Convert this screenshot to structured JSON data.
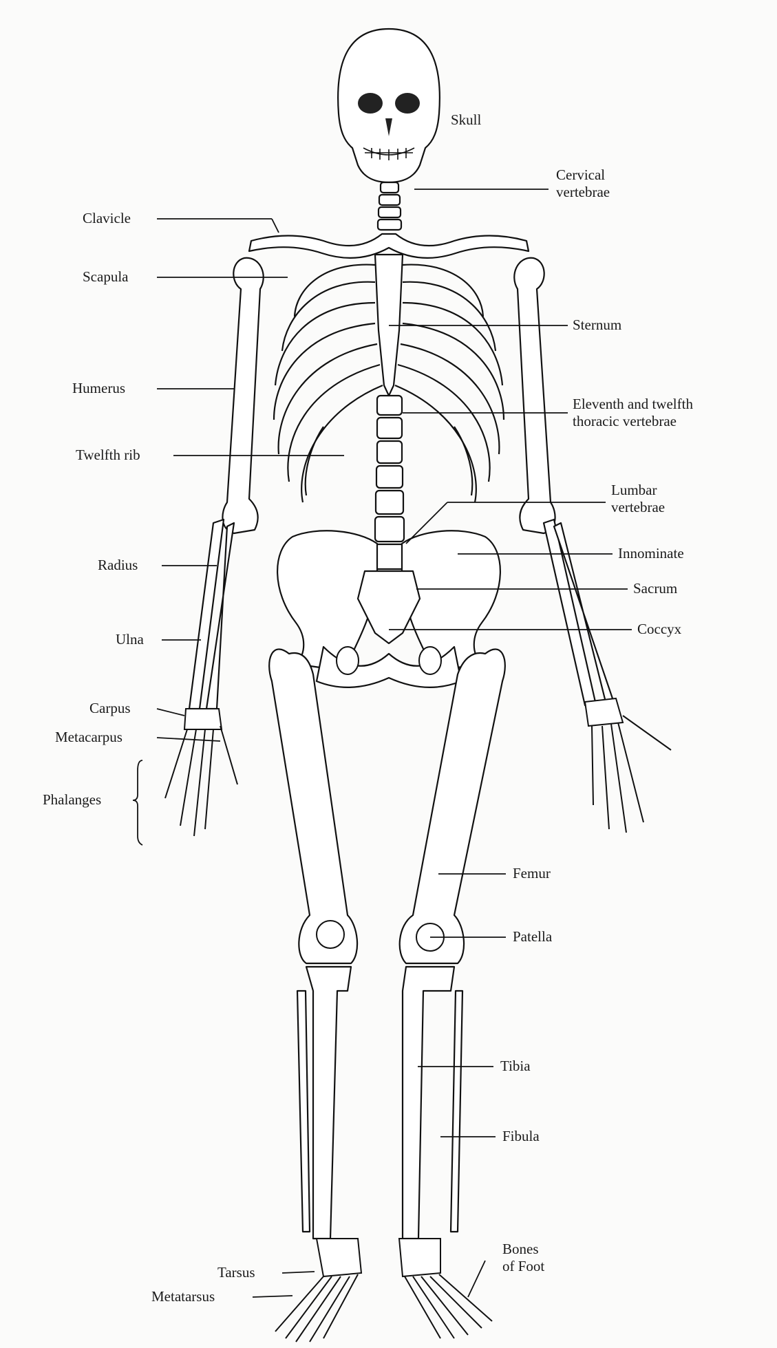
{
  "diagram": {
    "type": "anatomical-illustration",
    "subject": "Human skeleton, anterior view",
    "labels": [
      {
        "id": "skull",
        "text": "Skull",
        "side": "right"
      },
      {
        "id": "cervical",
        "lines": [
          "Cervical",
          "vertebrae"
        ],
        "side": "right"
      },
      {
        "id": "clavicle",
        "text": "Clavicle",
        "side": "left"
      },
      {
        "id": "scapula",
        "text": "Scapula",
        "side": "left"
      },
      {
        "id": "sternum",
        "text": "Sternum",
        "side": "right"
      },
      {
        "id": "humerus",
        "text": "Humerus",
        "side": "left"
      },
      {
        "id": "thoracic",
        "lines": [
          "Eleventh and twelfth",
          "thoracic vertebrae"
        ],
        "side": "right"
      },
      {
        "id": "twelfth-rib",
        "text": "Twelfth rib",
        "side": "left"
      },
      {
        "id": "lumbar",
        "lines": [
          "Lumbar",
          "vertebrae"
        ],
        "side": "right"
      },
      {
        "id": "innominate",
        "text": "Innominate",
        "side": "right"
      },
      {
        "id": "radius",
        "text": "Radius",
        "side": "left"
      },
      {
        "id": "sacrum",
        "text": "Sacrum",
        "side": "right"
      },
      {
        "id": "ulna",
        "text": "Ulna",
        "side": "left"
      },
      {
        "id": "coccyx",
        "text": "Coccyx",
        "side": "right"
      },
      {
        "id": "carpus",
        "text": "Carpus",
        "side": "left"
      },
      {
        "id": "metacarpus",
        "text": "Metacarpus",
        "side": "left"
      },
      {
        "id": "phalanges",
        "text": "Phalanges",
        "side": "left"
      },
      {
        "id": "femur",
        "text": "Femur",
        "side": "right"
      },
      {
        "id": "patella",
        "text": "Patella",
        "side": "right"
      },
      {
        "id": "tibia",
        "text": "Tibia",
        "side": "right"
      },
      {
        "id": "fibula",
        "text": "Fibula",
        "side": "right"
      },
      {
        "id": "foot",
        "lines": [
          "Bones",
          "of Foot"
        ],
        "side": "right"
      },
      {
        "id": "tarsus",
        "text": "Tarsus",
        "side": "left"
      },
      {
        "id": "metatarsus",
        "text": "Metatarsus",
        "side": "left"
      }
    ]
  }
}
